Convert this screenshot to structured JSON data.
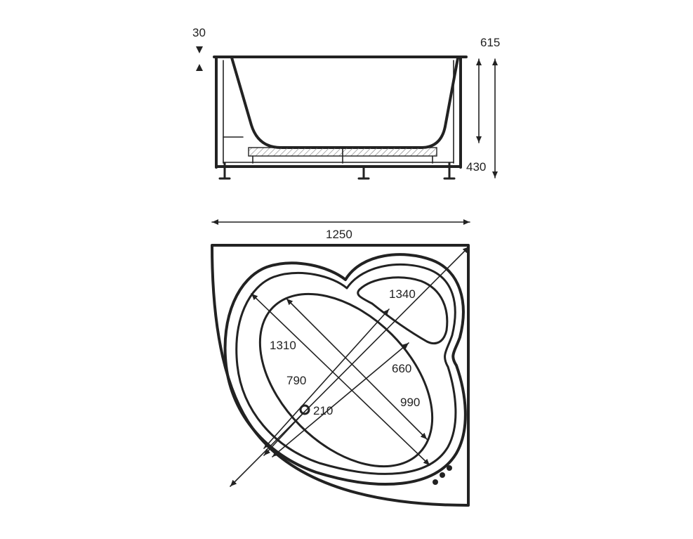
{
  "dimensions": {
    "rim_thickness": "30",
    "total_height": "615",
    "inner_height": "430",
    "width": "1250",
    "diagonal_outer": "1340",
    "bowl_length": "1310",
    "bowl_width_outer": "790",
    "bowl_width_inner": "660",
    "bowl_diagonal": "990",
    "drain": "210"
  },
  "colors": {
    "line": "#222222",
    "background": "#ffffff",
    "hatch": "#777777"
  }
}
